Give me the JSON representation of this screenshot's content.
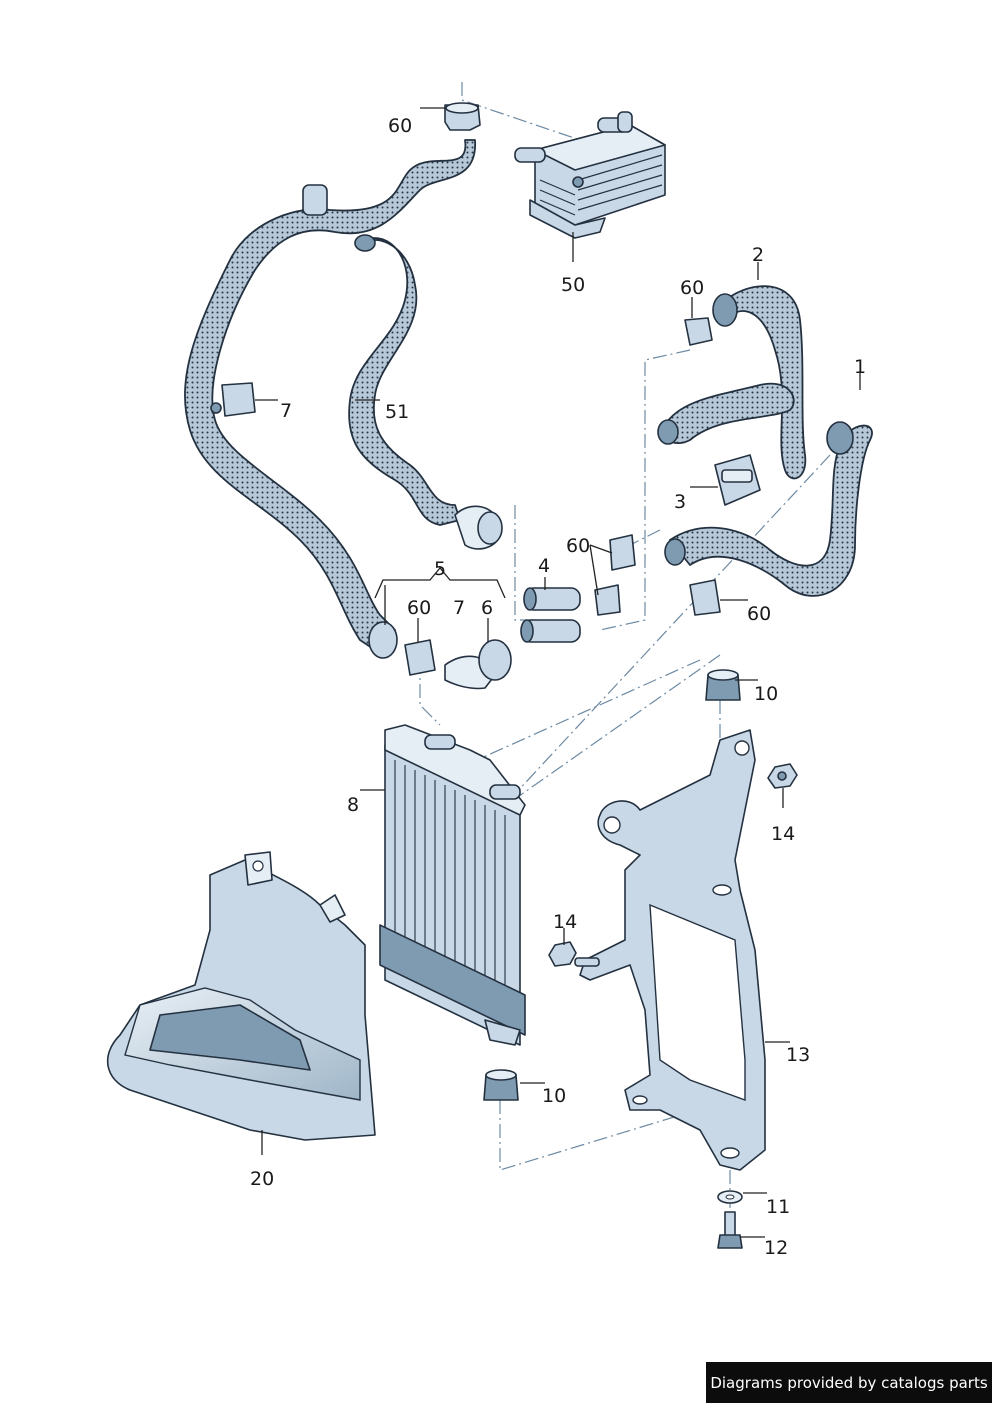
{
  "callouts": {
    "c60_top": "60",
    "c50": "50",
    "c2": "2",
    "c60_right": "60",
    "c1": "1",
    "c7_top": "7",
    "c51": "51",
    "c3": "3",
    "c60_mid": "60",
    "c4": "4",
    "c5": "5",
    "c60_left": "60",
    "c7_bottom": "7",
    "c6": "6",
    "c60_lower": "60",
    "c10_top": "10",
    "c8": "8",
    "c14_right": "14",
    "c14_left": "14",
    "c13": "13",
    "c10_bottom": "10",
    "c20": "20",
    "c11": "11",
    "c12": "12"
  },
  "credit": "Diagrams provided by catalogs parts"
}
